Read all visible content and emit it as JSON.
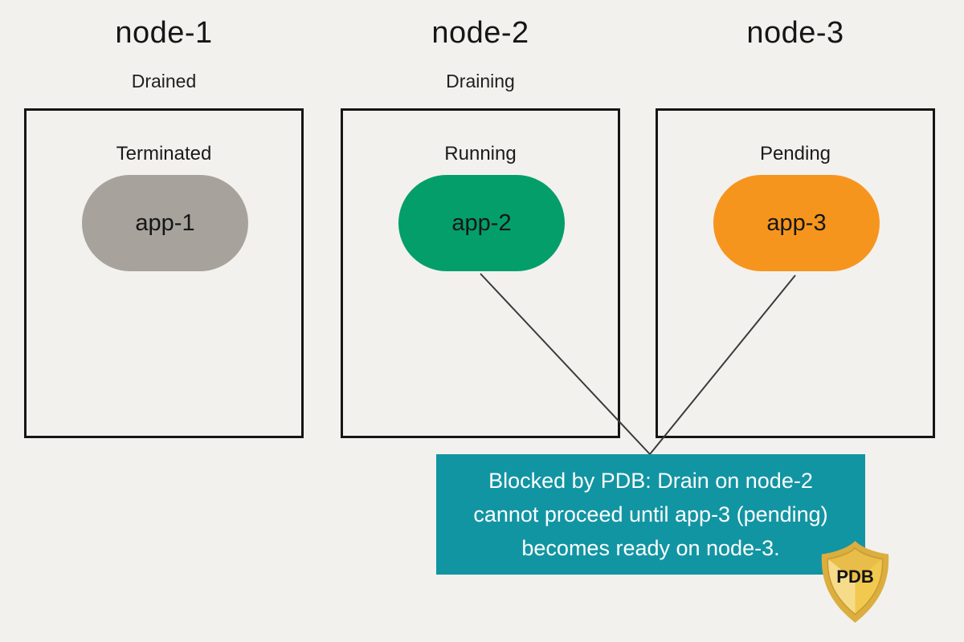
{
  "nodes": [
    {
      "name": "node-1",
      "status": "Drained",
      "pod_state": "Terminated",
      "pod_label": "app-1",
      "pod_color": "#a7a29c"
    },
    {
      "name": "node-2",
      "status": "Draining",
      "pod_state": "Running",
      "pod_label": "app-2",
      "pod_color": "#049e6b"
    },
    {
      "name": "node-3",
      "status": "",
      "pod_state": "Pending",
      "pod_label": "app-3",
      "pod_color": "#f6951d"
    }
  ],
  "callout": {
    "lines": [
      "Blocked by PDB: Drain on node-2",
      "cannot proceed until app-3 (pending)",
      "becomes ready on node-3."
    ],
    "bg": "#1295a3"
  },
  "badge": {
    "label": "PDB"
  },
  "colors": {
    "background": "#f2f1ee",
    "node_border": "#151515",
    "connector": "#3a3a3a",
    "shield_rim": "#dcae3e",
    "shield_fill": "#f1c94f",
    "shield_facet_light": "#f6dc8a",
    "shield_facet_top": "#e9bd49"
  }
}
